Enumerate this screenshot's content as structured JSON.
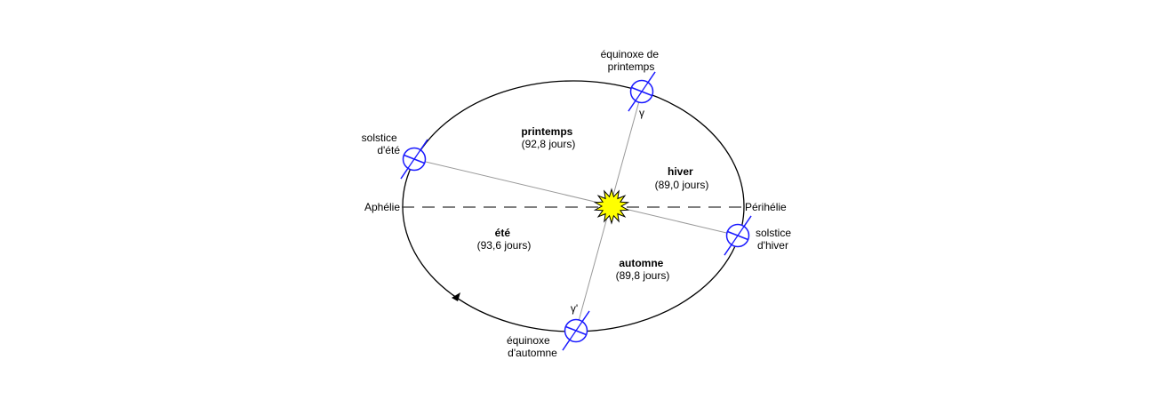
{
  "labels": {
    "aphelion": "Aphélie",
    "perihelion": "Périhélie",
    "spring_equinox": [
      "équinoxe de",
      "printemps"
    ],
    "summer_solstice": [
      "solstice",
      "d'été"
    ],
    "autumn_equinox": [
      "équinoxe",
      "d'automne"
    ],
    "winter_solstice": [
      "solstice",
      "d'hiver"
    ],
    "gamma": "γ",
    "gamma_prime": "γ'"
  },
  "seasons": [
    {
      "name": "printemps",
      "duration": "(92,8 jours)"
    },
    {
      "name": "hiver",
      "duration": "(89,0 jours)"
    },
    {
      "name": "été",
      "duration": "(93,6 jours)"
    },
    {
      "name": "automne",
      "duration": "(89,8 jours)"
    }
  ],
  "colors": {
    "orbit": "#000000",
    "earth": "#1a1aff",
    "sun_fill": "#ffff00",
    "sun_stroke": "#000000",
    "axis_lines": "#999999"
  },
  "icons": {
    "sun": "sun-icon",
    "earth": "earth-icon",
    "direction": "direction-arrow-icon"
  }
}
